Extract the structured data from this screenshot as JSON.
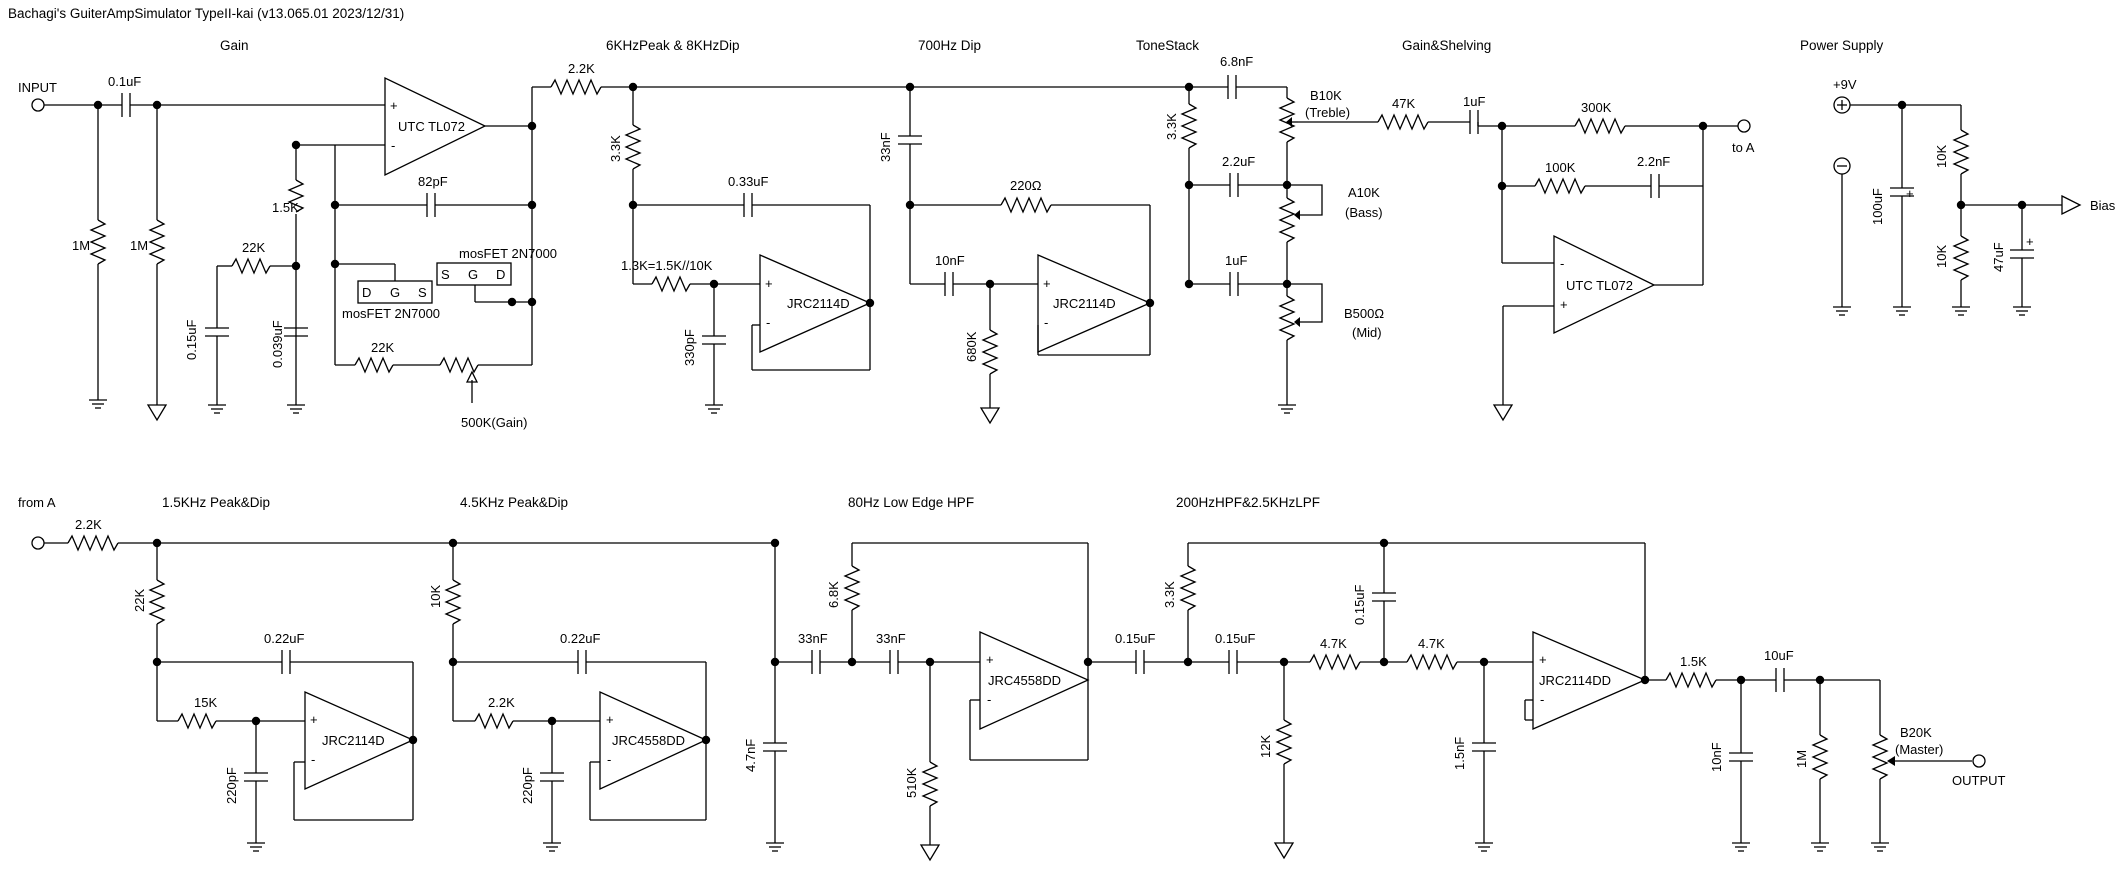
{
  "title": "Bachagi's GuiterAmpSimulator TypeII-kai (v13.065.01 2023/12/31)",
  "sections": {
    "gain": "Gain",
    "peak6k": "6KHzPeak & 8KHzDip",
    "dip700": "700Hz Dip",
    "tonestack": "ToneStack",
    "gainshelving": "Gain&Shelving",
    "power": "Power Supply",
    "peak15k": "1.5KHz Peak&Dip",
    "peak45k": "4.5KHz Peak&Dip",
    "hpf80": "80Hz Low Edge HPF",
    "hpflpf": "200HzHPF&2.5KHzLPF"
  },
  "io": {
    "input": "INPUT",
    "to_a": "to A",
    "from_a": "from A",
    "output": "OUTPUT",
    "v9": "+9V",
    "bias": "Bias"
  },
  "opamps": {
    "u1": "UTC TL072",
    "u2": "JRC2114D",
    "u3": "JRC2114D",
    "u4": "UTC TL072",
    "u5": "JRC2114D",
    "u6": "JRC4558DD",
    "u7": "JRC4558DD",
    "u8": "JRC2114DD"
  },
  "parts": {
    "c01": "0.1uF",
    "r1m_a": "1M",
    "r1m_b": "1M",
    "r15k": "1.5K",
    "r22k_a": "22K",
    "c015": "0.15uF",
    "c0039": "0.039uF",
    "c82p": "82pF",
    "mos1": "mosFET 2N7000",
    "mos2": "mosFET 2N7000",
    "r22k_b": "22K",
    "pot500k": "500K(Gain)",
    "r22k_c": "2.2K",
    "r33k_a": "3.3K",
    "c033": "0.33uF",
    "r13k": "1.3K=1.5K//10K",
    "c330p": "330pF",
    "c33n_a": "33nF",
    "r220": "220Ω",
    "c10n_a": "10nF",
    "r680k": "680K",
    "c68n": "6.8nF",
    "r33k_b": "3.3K",
    "c22u": "2.2uF",
    "c1u_a": "1uF",
    "b10k": "B10K",
    "treble": "(Treble)",
    "a10k": "A10K",
    "bass": "(Bass)",
    "b500": "B500Ω",
    "mid": "(Mid)",
    "r47k": "47K",
    "c1u_b": "1uF",
    "r300k": "300K",
    "r100k": "100K",
    "c22n": "2.2nF",
    "c100u": "100uF",
    "r10k_a": "10K",
    "r10k_b": "10K",
    "c47u": "47uF",
    "r22k_d": "2.2K",
    "r22k_e": "22K",
    "c022_a": "0.22uF",
    "r15k_b": "15K",
    "c220p_a": "220pF",
    "r10k_c": "10K",
    "c022_b": "0.22uF",
    "r22k_f": "2.2K",
    "c220p_b": "220pF",
    "c47n": "4.7nF",
    "c33n_b": "33nF",
    "r68k": "6.8K",
    "c33n_c": "33nF",
    "r510k": "510K",
    "c015_b": "0.15uF",
    "r33k_c": "3.3K",
    "c015_c": "0.15uF",
    "c015_d": "0.15uF",
    "r47k_a": "4.7K",
    "r47k_b": "4.7K",
    "r12k": "12K",
    "c15n": "1.5nF",
    "r15k_c": "1.5K",
    "c10u": "10uF",
    "c10n_b": "10nF",
    "r1m_c": "1M",
    "b20k": "B20K",
    "master": "(Master)"
  },
  "pins": {
    "d": "D",
    "g": "G",
    "s": "S",
    "plus": "+",
    "minus": "-"
  }
}
